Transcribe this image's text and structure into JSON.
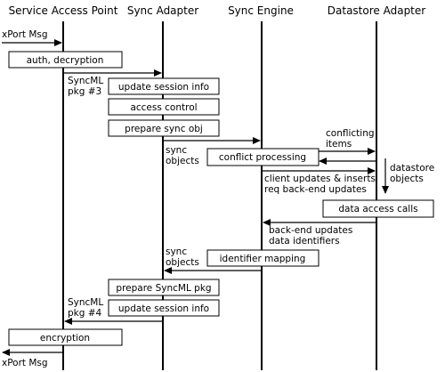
{
  "headers": {
    "service_access_point": "Service Access Point",
    "sync_adapter": "Sync Adapter",
    "sync_engine": "Sync Engine",
    "datastore_adapter": "Datastore Adapter"
  },
  "messages": {
    "xport_in": "xPort Msg",
    "xport_out": "xPort Msg",
    "syncml_pkg3_line1": "SyncML",
    "syncml_pkg3_line2": "pkg #3",
    "syncml_pkg4_line1": "SyncML",
    "syncml_pkg4_line2": "pkg #4",
    "sync_objects_1_line1": "sync",
    "sync_objects_1_line2": "objects",
    "sync_objects_2_line1": "sync",
    "sync_objects_2_line2": "objects",
    "conflicting_items_line1": "conflicting",
    "conflicting_items_line2": "items",
    "client_updates_line1": "client updates & inserts",
    "client_updates_line2": "req back-end updates",
    "datastore_objects_line1": "datastore",
    "datastore_objects_line2": "objects",
    "backend_updates_line1": "back-end updates",
    "backend_updates_line2": "data identifiers"
  },
  "boxes": {
    "auth_decryption": "auth, decryption",
    "update_session_info_1": "update session info",
    "access_control": "access control",
    "prepare_sync_obj": "prepare sync obj",
    "conflict_processing": "conflict processing",
    "data_access_calls": "data access calls",
    "identifier_mapping": "identifier mapping",
    "prepare_syncml_pkg": "prepare SyncML pkg",
    "update_session_info_2": "update session info",
    "encryption": "encryption"
  }
}
